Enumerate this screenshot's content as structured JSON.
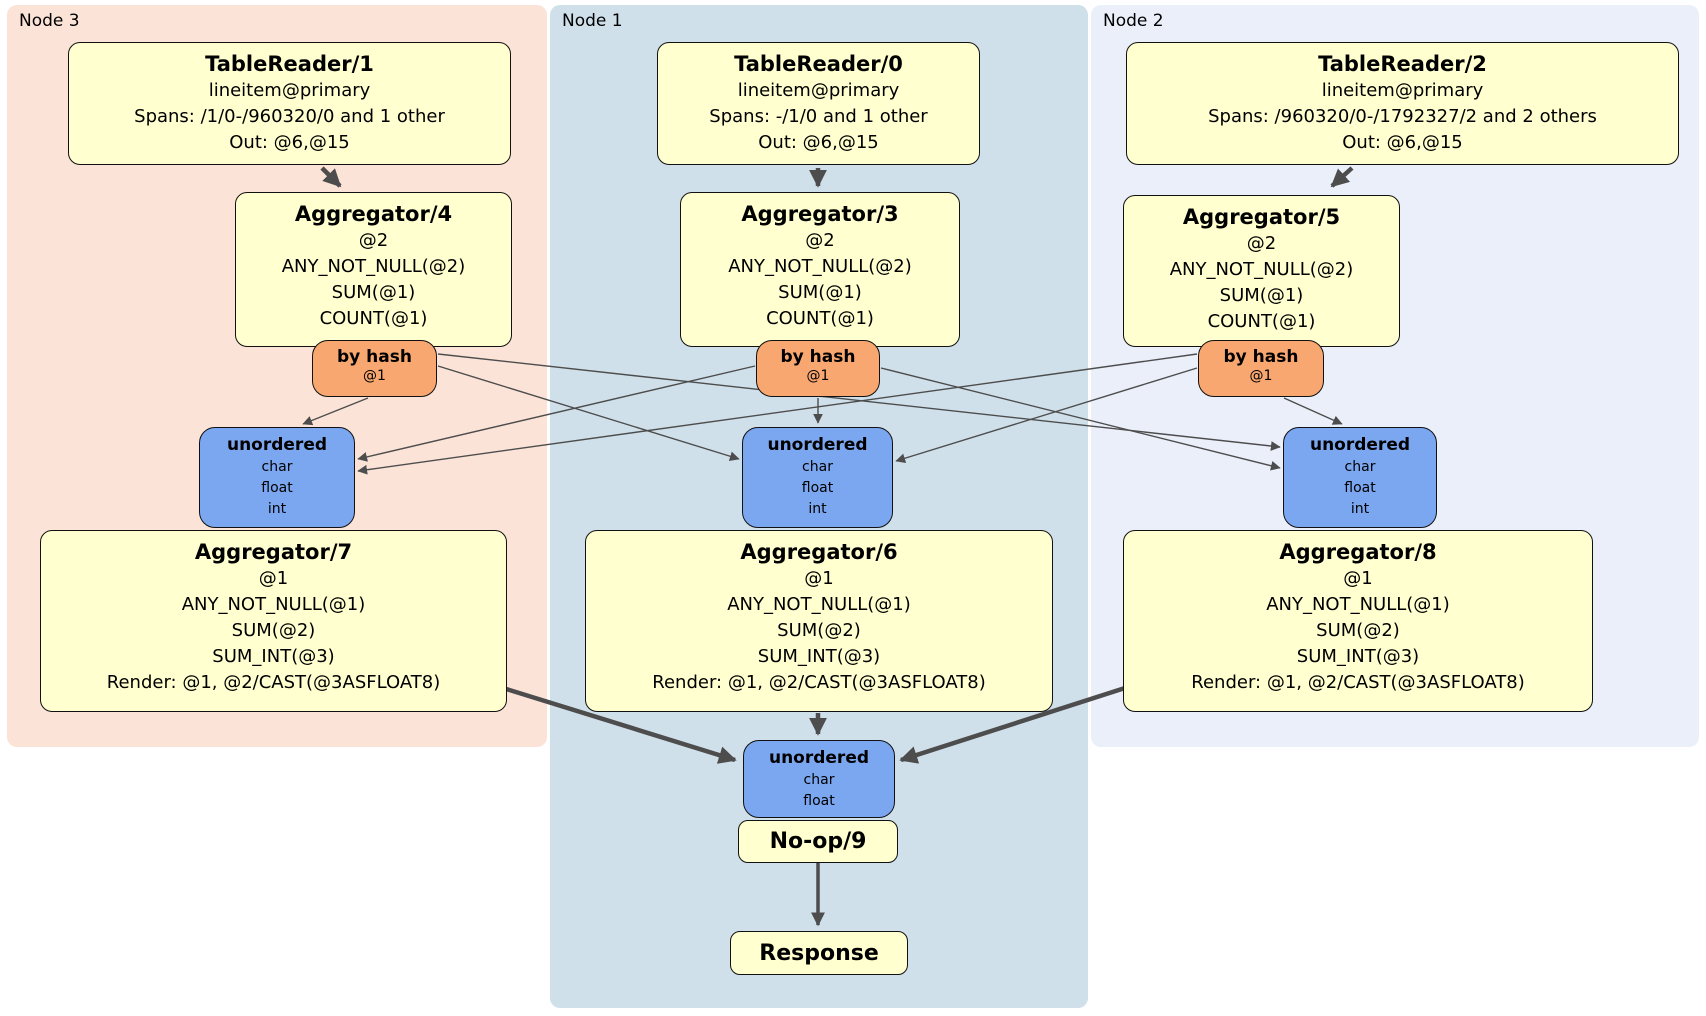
{
  "colors": {
    "panel_node3": "#fce3d7",
    "panel_node1": "#d0e0ea",
    "panel_node2": "#eaeffa",
    "plan_box": "#ffffcf",
    "router_box": "#f7a76f",
    "sync_box": "#7ba6f0",
    "edge": "#4d4d4d"
  },
  "nodes": [
    {
      "label": "Node 3",
      "tablereader": {
        "title": "TableReader/1",
        "lines": [
          "lineitem@primary",
          "Spans: /1/0-/960320/0 and 1 other",
          "Out: @6,@15"
        ]
      },
      "aggregator_top": {
        "title": "Aggregator/4",
        "lines": [
          "@2",
          "ANY_NOT_NULL(@2)",
          "SUM(@1)",
          "COUNT(@1)"
        ]
      },
      "router": {
        "title": "by hash",
        "lines": [
          "@1"
        ]
      },
      "sync": {
        "title": "unordered",
        "lines": [
          "char",
          "float",
          "int"
        ]
      },
      "aggregator_bottom": {
        "title": "Aggregator/7",
        "lines": [
          "@1",
          "ANY_NOT_NULL(@1)",
          "SUM(@2)",
          "SUM_INT(@3)",
          "Render: @1, @2/CAST(@3ASFLOAT8)"
        ]
      }
    },
    {
      "label": "Node 1",
      "tablereader": {
        "title": "TableReader/0",
        "lines": [
          "lineitem@primary",
          "Spans: -/1/0 and 1 other",
          "Out: @6,@15"
        ]
      },
      "aggregator_top": {
        "title": "Aggregator/3",
        "lines": [
          "@2",
          "ANY_NOT_NULL(@2)",
          "SUM(@1)",
          "COUNT(@1)"
        ]
      },
      "router": {
        "title": "by hash",
        "lines": [
          "@1"
        ]
      },
      "sync": {
        "title": "unordered",
        "lines": [
          "char",
          "float",
          "int"
        ]
      },
      "aggregator_bottom": {
        "title": "Aggregator/6",
        "lines": [
          "@1",
          "ANY_NOT_NULL(@1)",
          "SUM(@2)",
          "SUM_INT(@3)",
          "Render: @1, @2/CAST(@3ASFLOAT8)"
        ]
      }
    },
    {
      "label": "Node 2",
      "tablereader": {
        "title": "TableReader/2",
        "lines": [
          "lineitem@primary",
          "Spans: /960320/0-/1792327/2 and 2 others",
          "Out: @6,@15"
        ]
      },
      "aggregator_top": {
        "title": "Aggregator/5",
        "lines": [
          "@2",
          "ANY_NOT_NULL(@2)",
          "SUM(@1)",
          "COUNT(@1)"
        ]
      },
      "router": {
        "title": "by hash",
        "lines": [
          "@1"
        ]
      },
      "sync": {
        "title": "unordered",
        "lines": [
          "char",
          "float",
          "int"
        ]
      },
      "aggregator_bottom": {
        "title": "Aggregator/8",
        "lines": [
          "@1",
          "ANY_NOT_NULL(@1)",
          "SUM(@2)",
          "SUM_INT(@3)",
          "Render: @1, @2/CAST(@3ASFLOAT8)"
        ]
      }
    }
  ],
  "final": {
    "sync": {
      "title": "unordered",
      "lines": [
        "char",
        "float"
      ]
    },
    "noop_label": "No-op/9",
    "response_label": "Response"
  }
}
